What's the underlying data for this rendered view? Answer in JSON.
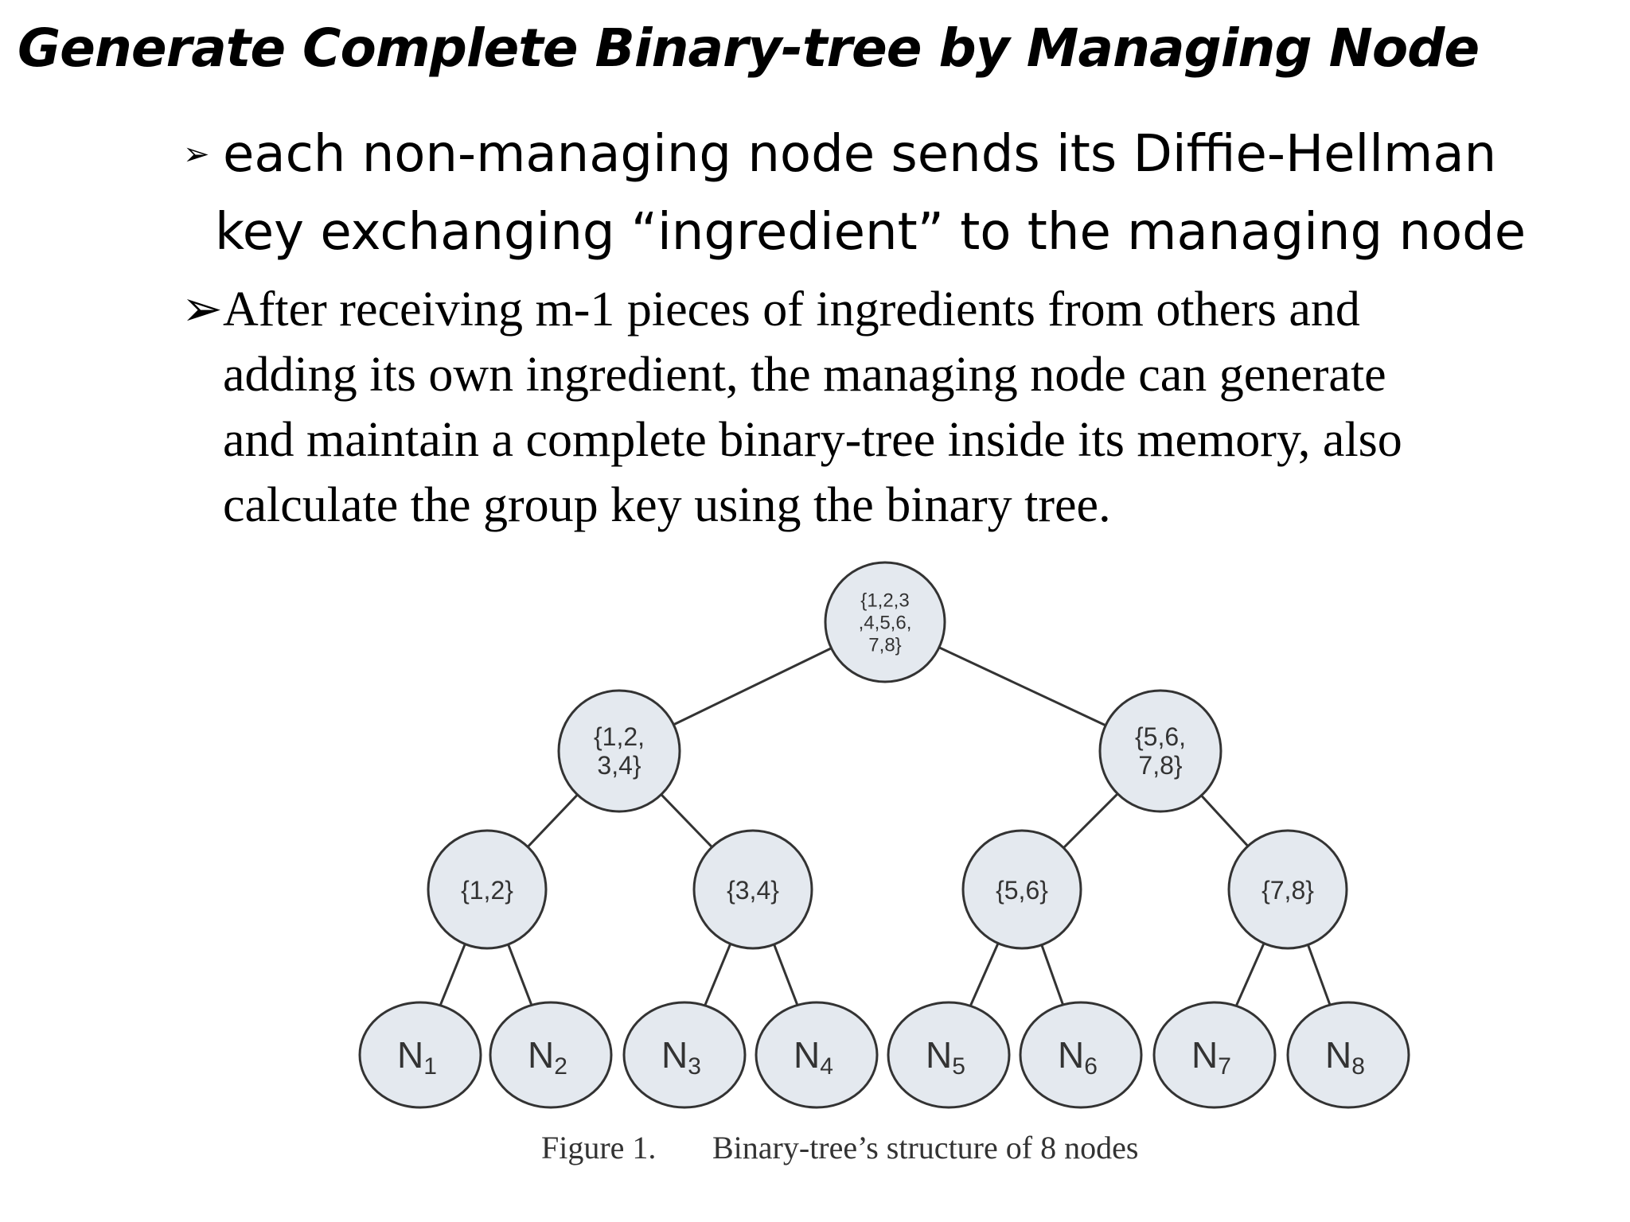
{
  "title": "Generate Complete Binary-tree by Managing Node",
  "bullets": [
    {
      "marker": "➢",
      "lines": [
        "each non-managing node sends its Diffie-Hellman",
        "key exchanging “ingredient” to the managing node"
      ]
    },
    {
      "marker": "➢",
      "lines": [
        "After receiving m-1 pieces of ingredients from others and",
        "adding its own ingredient, the managing node can generate",
        "and maintain a complete binary-tree inside its memory, also",
        "calculate the group key using the binary tree."
      ]
    }
  ],
  "tree": {
    "root": [
      "{1,2,3",
      ",4,5,6,",
      "7,8}"
    ],
    "level1": [
      [
        "{1,2,",
        "3,4}"
      ],
      [
        "{5,6,",
        "7,8}"
      ]
    ],
    "level2": [
      "{1,2}",
      "{3,4}",
      "{5,6}",
      "{7,8}"
    ],
    "leaves": [
      {
        "letter": "N",
        "sub": "1"
      },
      {
        "letter": "N",
        "sub": "2"
      },
      {
        "letter": "N",
        "sub": "3"
      },
      {
        "letter": "N",
        "sub": "4"
      },
      {
        "letter": "N",
        "sub": "5"
      },
      {
        "letter": "N",
        "sub": "6"
      },
      {
        "letter": "N",
        "sub": "7"
      },
      {
        "letter": "N",
        "sub": "8"
      }
    ],
    "node_fill": "#e4e9ef",
    "edge_color": "#333333"
  },
  "caption": {
    "label": "Figure 1.",
    "text": "Binary-tree’s structure of 8 nodes"
  }
}
